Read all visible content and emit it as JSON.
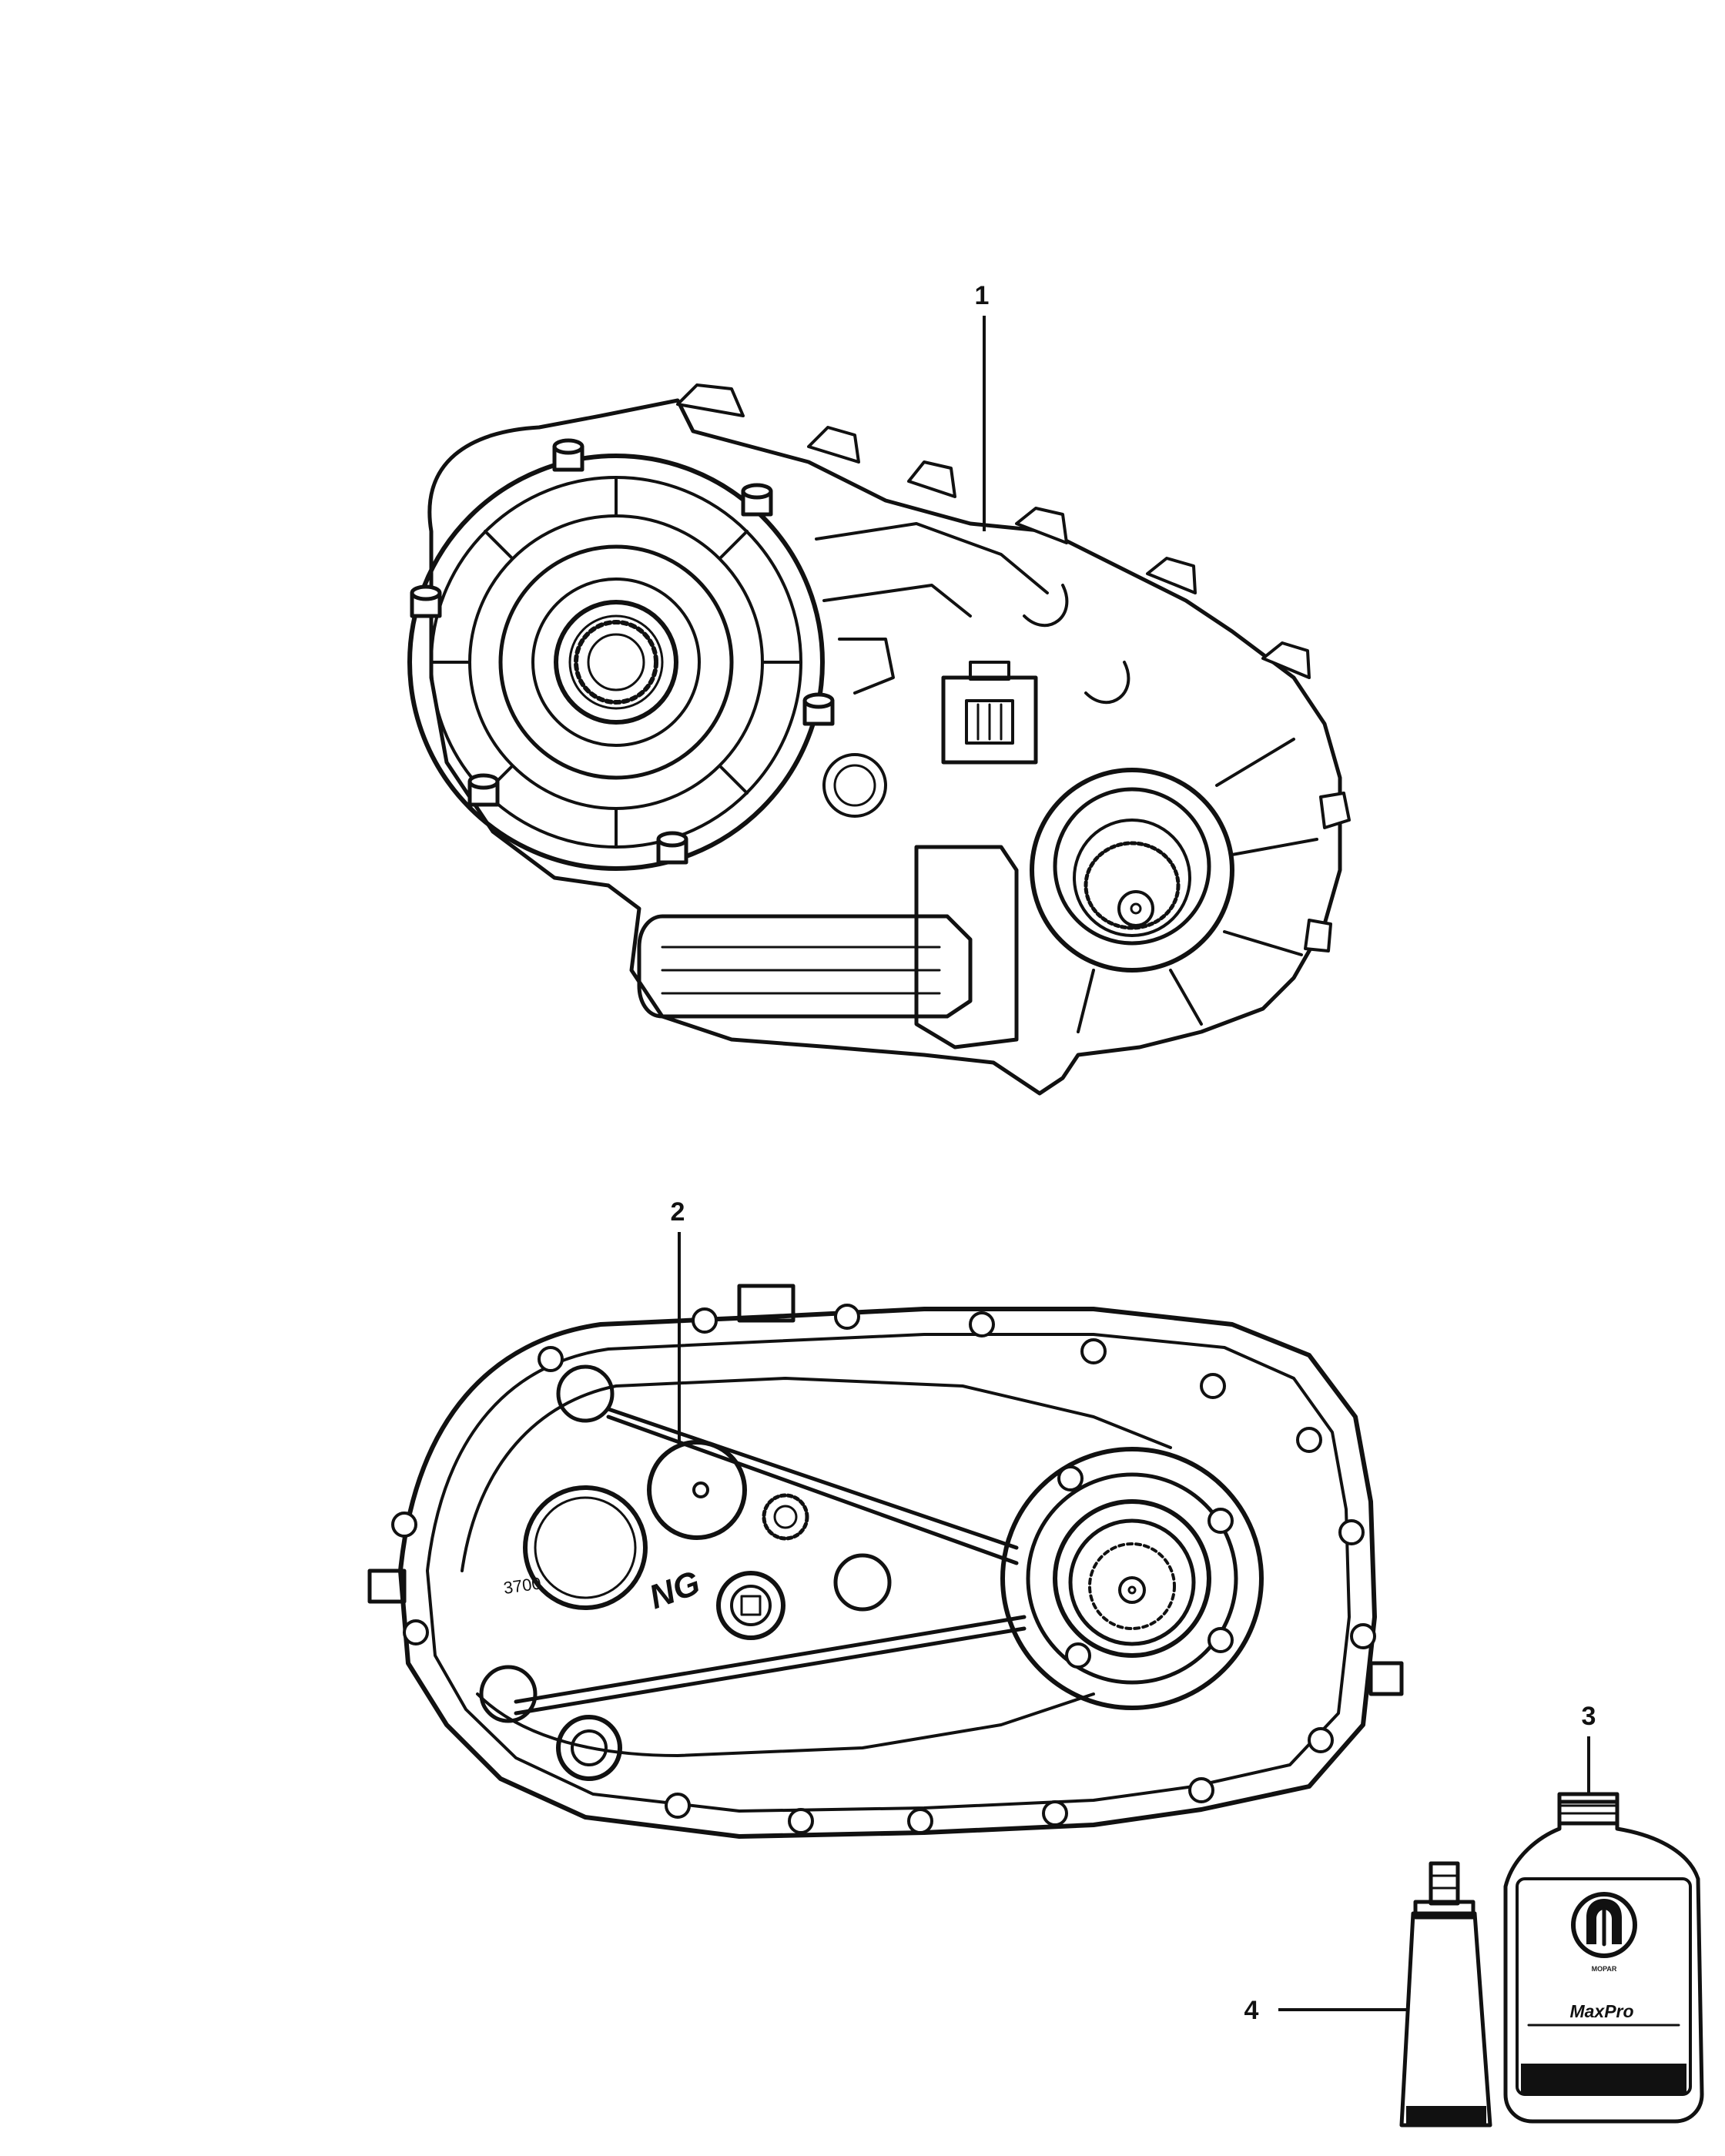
{
  "callouts": {
    "part_1": "1",
    "part_2": "2",
    "part_3": "3",
    "part_4": "4"
  },
  "bottle_label": {
    "brand": "MOPAR",
    "product": "MaxPro"
  },
  "casting_marks": {
    "number": "3700",
    "logo": "NG"
  }
}
